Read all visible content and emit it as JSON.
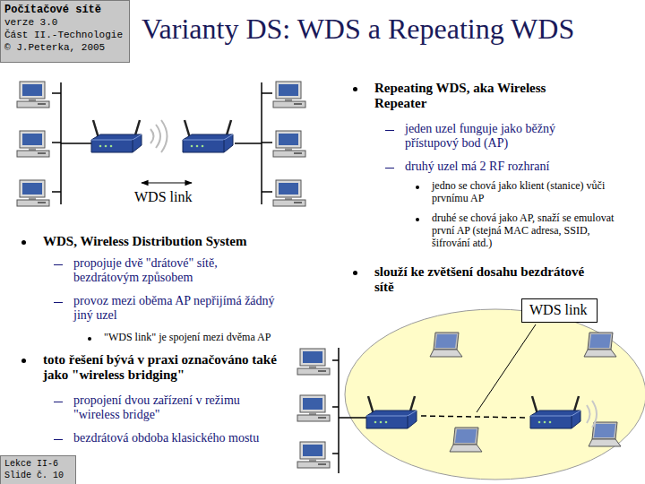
{
  "diagram": {
    "title": "Varianty DS: WDS a Repeating WDS",
    "nodes": [
      {
        "text": [
          "Počítačové sítě",
          "verze 3.0",
          "Část II.-Technologie",
          "© J.Peterka, 2005"
        ]
      },
      {
        "text": [
          "WDS link"
        ]
      },
      {
        "text": [
          "Lekce II-6",
          "Slide č. 10"
        ]
      }
    ],
    "labels": [
      "WDS link",
      "WDS, Wireless Distribution System",
      "propojuje dvě \"drátové\" sítě, bezdrátovým způsobem",
      "provoz mezi oběma AP nepřijímá žádný jiný uzel",
      "\"WDS link\" je spojení mezi dvěma AP",
      "toto řešení bývá v praxi označováno také jako \"wireless bridging\"",
      "propojení dvou zařízení v režimu \"wireless bridge\"",
      "bezdrátová obdoba klasického mostu",
      "Repeating WDS, aka Wireless Repeater",
      "jeden uzel funguje jako běžný přístupový bod (AP)",
      "druhý uzel má 2 RF rozhraní",
      "jedno se chová jako klient (stanice) vůči prvnímu AP",
      "druhé se chová jako AP, snaží se emulovat první AP (stejná MAC adresa, SSID, šifrování atd.)",
      "slouží ke zvětšení dosahu bezdrátové sítě"
    ]
  }
}
